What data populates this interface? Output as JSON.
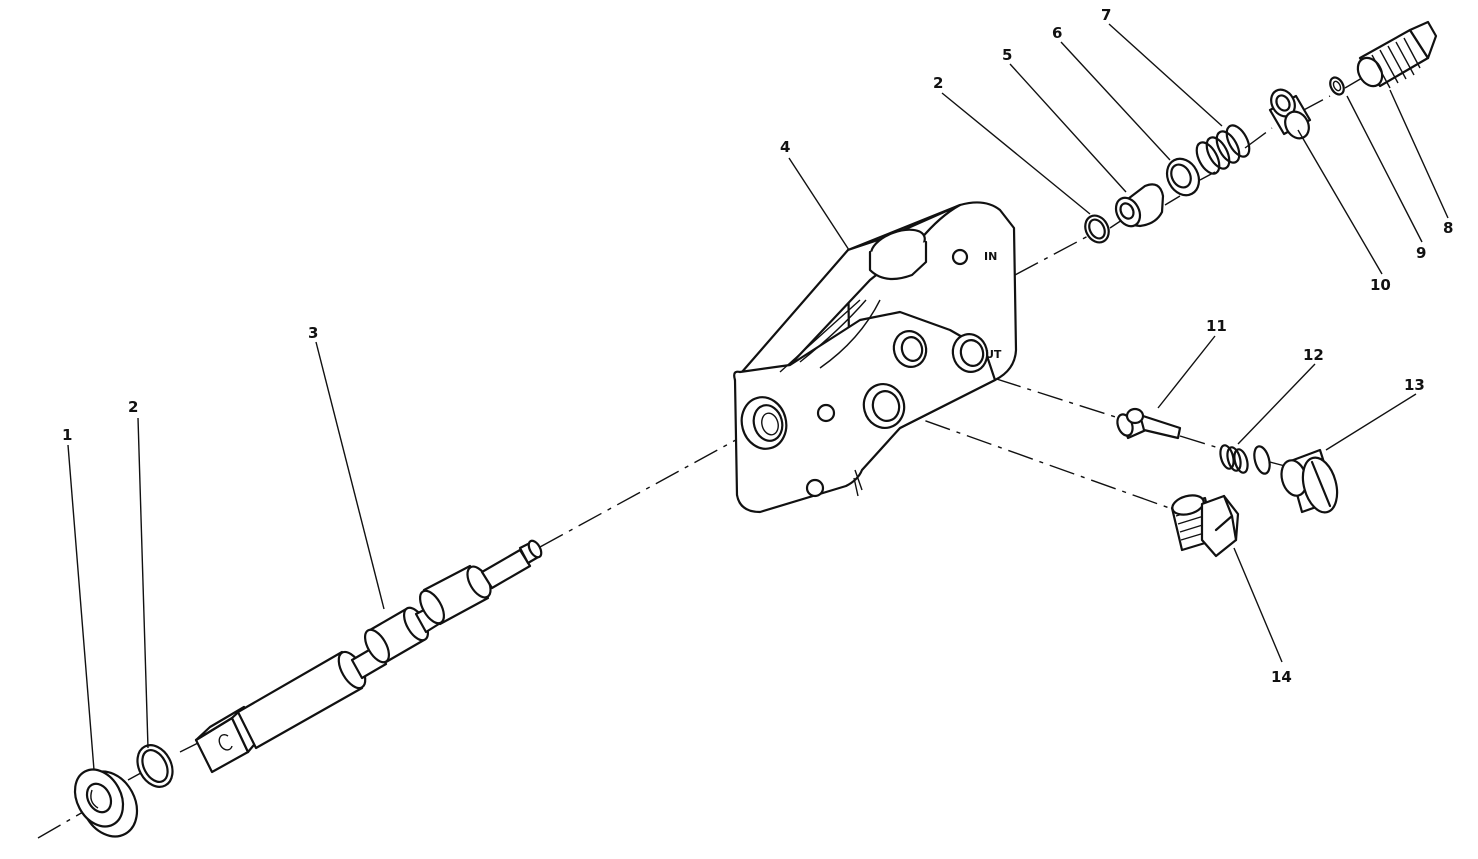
{
  "diagram": {
    "callouts": [
      "1",
      "2",
      "3",
      "4",
      "2",
      "5",
      "6",
      "7",
      "8",
      "9",
      "10",
      "11",
      "12",
      "13",
      "14"
    ],
    "body_markings": {
      "inlet": "IN",
      "outlet": "UT"
    }
  }
}
